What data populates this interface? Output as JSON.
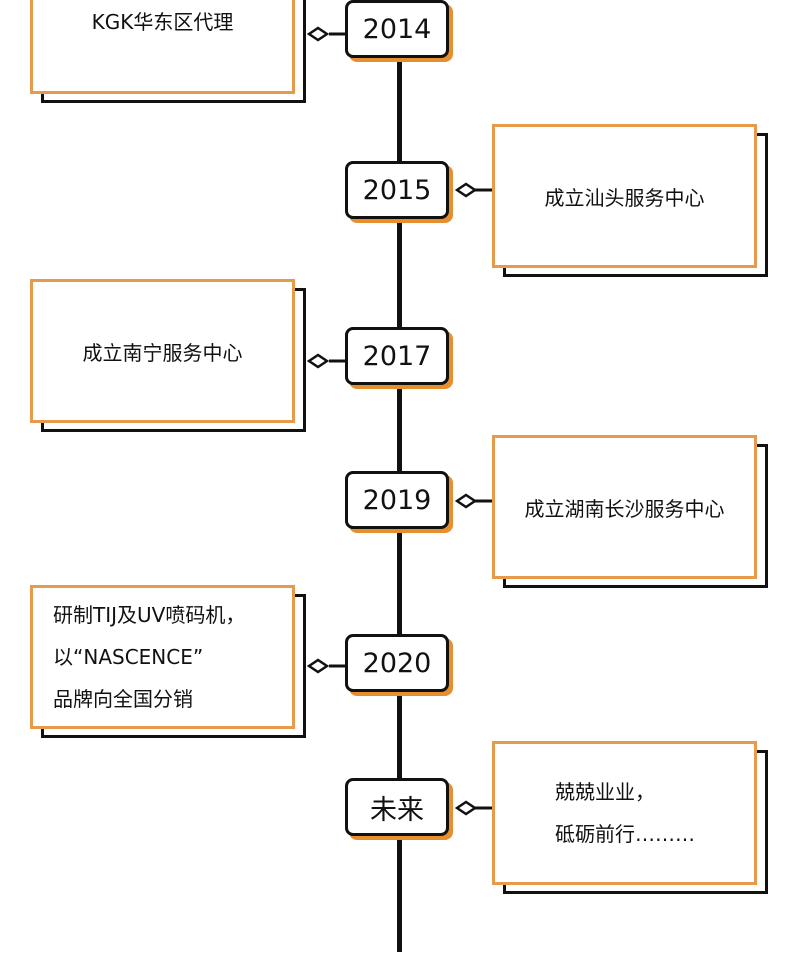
{
  "timeline": [
    {
      "year": "2014",
      "side": "left",
      "lines": [
        "KGK华东区代理"
      ]
    },
    {
      "year": "2015",
      "side": "right",
      "lines": [
        "成立汕头服务中心"
      ]
    },
    {
      "year": "2017",
      "side": "left",
      "lines": [
        "成立南宁服务中心"
      ]
    },
    {
      "year": "2019",
      "side": "right",
      "lines": [
        "成立湖南长沙服务中心"
      ]
    },
    {
      "year": "2020",
      "side": "left",
      "lines": [
        "研制TIJ及UV喷码机，",
        "以“NASCENCE”",
        "品牌向全国分销"
      ]
    },
    {
      "year": "未来",
      "side": "right",
      "lines": [
        "兢兢业业，",
        "砥砺前行………"
      ]
    }
  ],
  "colors": {
    "accent": "#e59a4c",
    "line": "#111111"
  }
}
